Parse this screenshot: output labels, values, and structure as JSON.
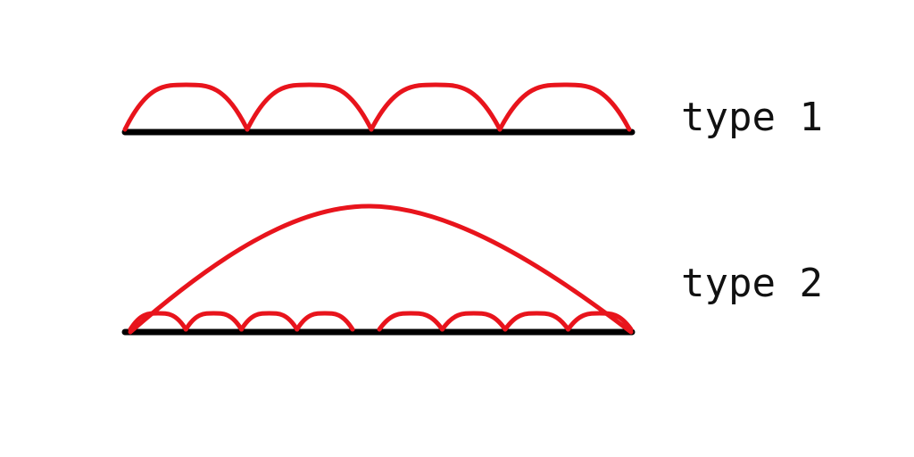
{
  "colors": {
    "baseline": "#000000",
    "arc": "#e8141c",
    "text": "#111111"
  },
  "diagram": {
    "type1": {
      "label": "type 1",
      "arc_count": 4
    },
    "type2": {
      "label": "type 2",
      "large_arc_count": 1,
      "small_arc_groups": [
        {
          "arc_count": 4
        },
        {
          "arc_count": 4
        }
      ]
    }
  }
}
